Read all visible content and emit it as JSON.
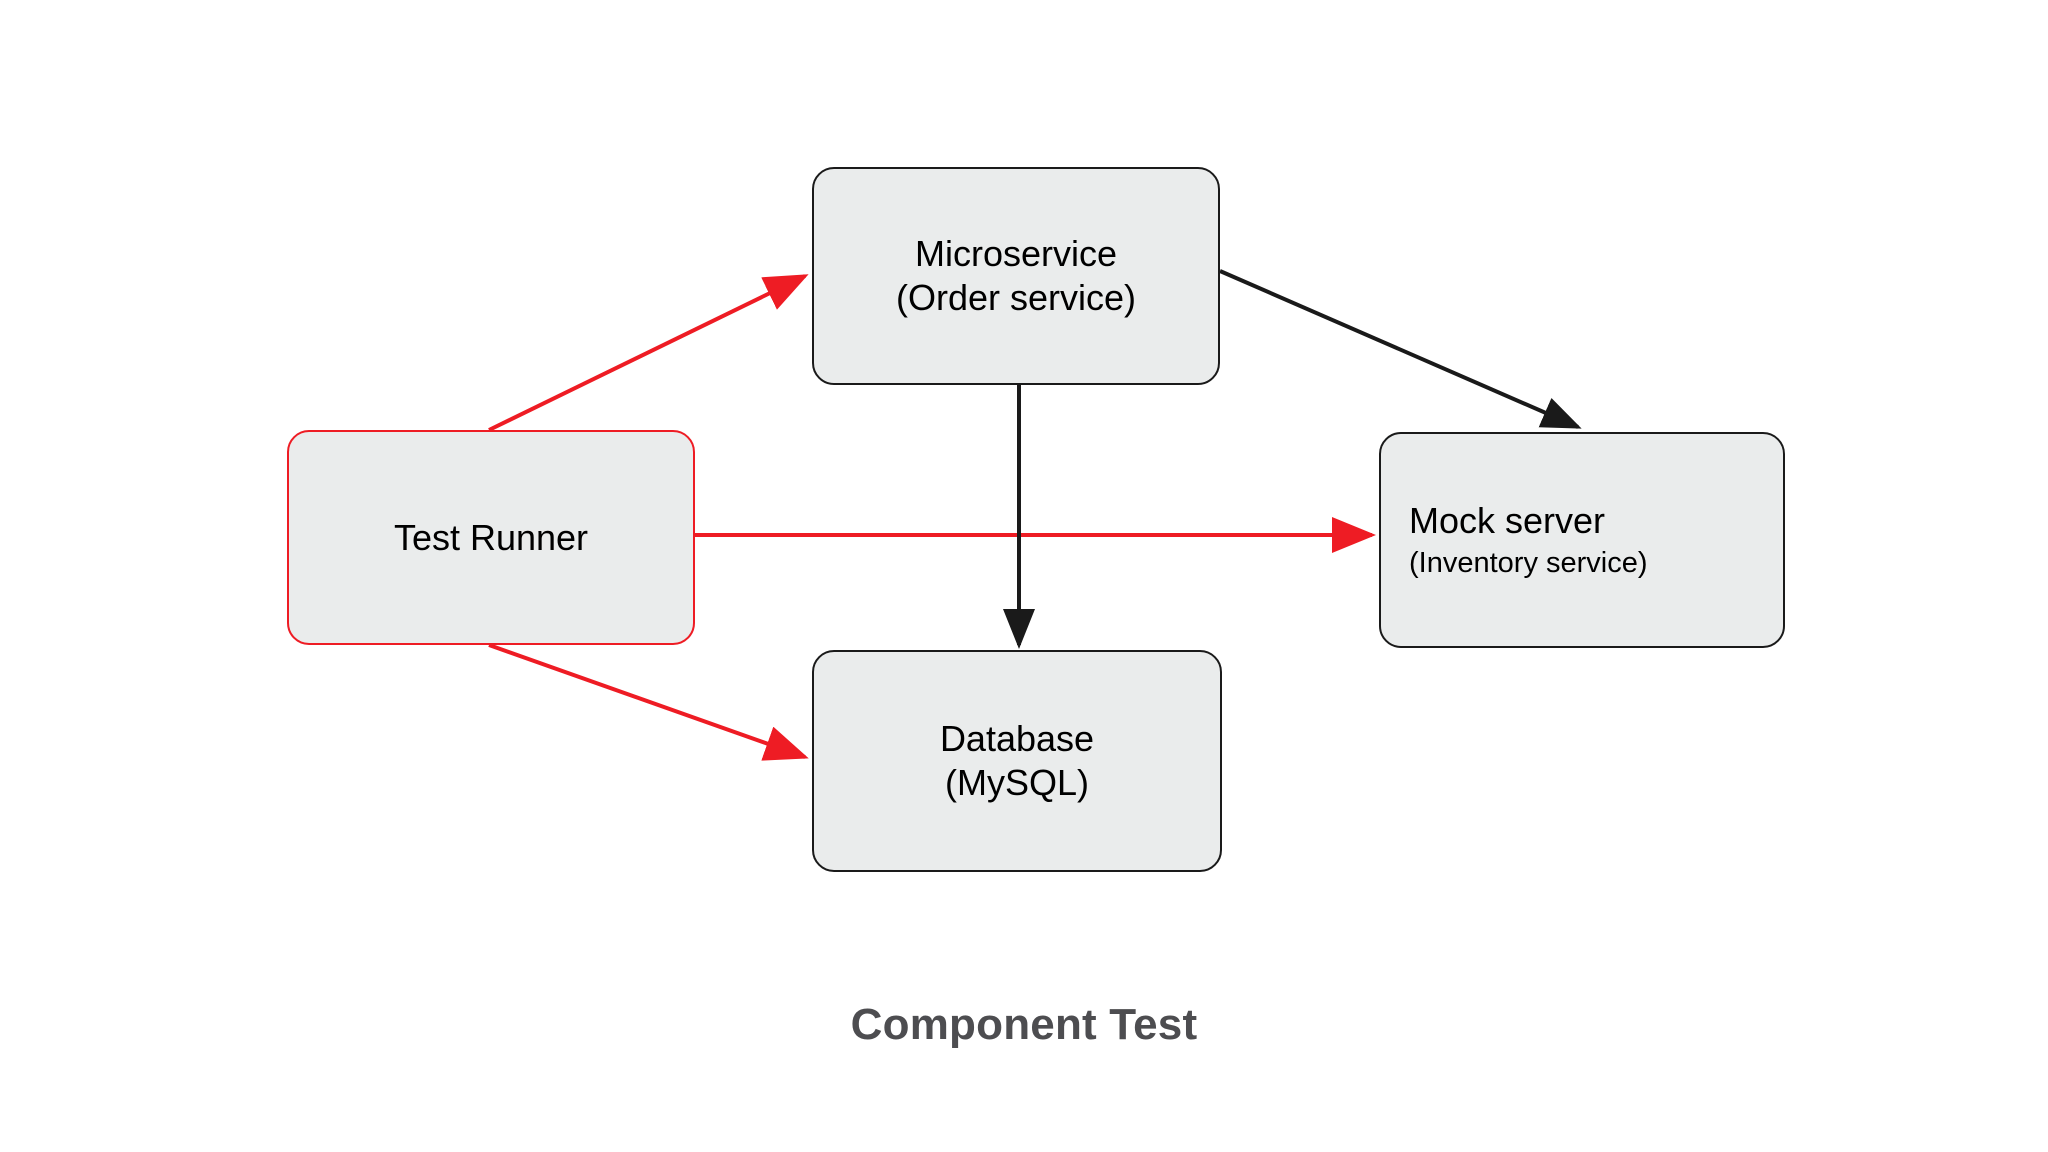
{
  "diagram": {
    "title": "Component Test",
    "background": "#ffffff",
    "node_fill": "#eaecec",
    "node_stroke": "#1a1a1a",
    "highlight_color": "#ee1c24",
    "caption_color": "#4d4d50",
    "nodes": [
      {
        "id": "test-runner",
        "line1": "Test Runner",
        "line2": "",
        "border": "#ee1c24",
        "text_align": "center"
      },
      {
        "id": "microservice",
        "line1": "Microservice",
        "line2": "(Order service)",
        "border": "#1a1a1a",
        "text_align": "center"
      },
      {
        "id": "database",
        "line1": "Database",
        "line2": "(MySQL)",
        "border": "#1a1a1a",
        "text_align": "center"
      },
      {
        "id": "mock-server",
        "line1": "Mock server",
        "line2": "(Inventory service)",
        "border": "#1a1a1a",
        "text_align": "left"
      }
    ],
    "edges": [
      {
        "id": "test-runner-to-microservice",
        "from": "test-runner",
        "to": "microservice",
        "color": "#ee1c24"
      },
      {
        "id": "test-runner-to-mock-server",
        "from": "test-runner",
        "to": "mock-server",
        "color": "#ee1c24"
      },
      {
        "id": "test-runner-to-database",
        "from": "test-runner",
        "to": "database",
        "color": "#ee1c24"
      },
      {
        "id": "microservice-to-mock-server",
        "from": "microservice",
        "to": "mock-server",
        "color": "#1a1a1a"
      },
      {
        "id": "microservice-to-database",
        "from": "microservice",
        "to": "database",
        "color": "#1a1a1a"
      }
    ]
  }
}
